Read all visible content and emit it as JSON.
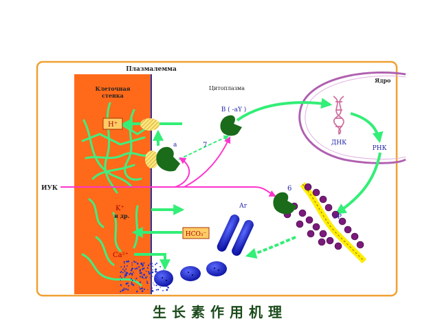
{
  "labels": {
    "plasmalemma": "Плазмалемма",
    "cell_wall": "Клеточная",
    "cell_wall_2": "стенка",
    "cytoplasm": "Цитоплазма",
    "nucleus": "Ядро",
    "receptor_b": "B ( -aY )",
    "receptor_a": "a",
    "step_7": "7",
    "dnk": "ДНК",
    "rnk": "РНК",
    "iuk": "ИУК",
    "step_6": "6",
    "er": "ЭР",
    "ag": "Аг",
    "h_ion": "H⁺",
    "k_ion": "K⁺",
    "k_ion_note": "и др.",
    "hco3": "HCO₃⁻",
    "ca_ion": "Ca²⁺"
  },
  "caption": "生长素作用机理",
  "colors": {
    "frame_border": "#f0a030",
    "cell_wall": "#ff6a1a",
    "fiber": "#40ee80",
    "arrow_green": "#33ee77",
    "arrow_magenta": "#ff33cc",
    "receptor": "#1a6b1a",
    "er_yellow": "#ffee00",
    "ribosome": "#7a1a7a",
    "vesicle_blue": "#1a2ad0",
    "nucleus_line": "#b060b0",
    "membrane": "#2233aa"
  }
}
